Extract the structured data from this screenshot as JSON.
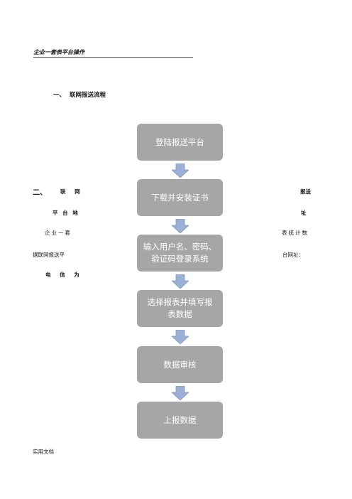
{
  "header": {
    "title": "企业一套表平台操作"
  },
  "section1": {
    "number": "一、",
    "title": "联网报送流程"
  },
  "section2": {
    "number": "二、",
    "line1_left": "联 网",
    "line1_right": "报送",
    "line2_left": "平 台 地",
    "line2_right": "址",
    "line3_left": "企业一套",
    "line3_right": "表统计数",
    "line4_left": "据联网报送平",
    "line4_right": "台网址：",
    "line5_left": "电 信 为"
  },
  "flowchart": {
    "steps": [
      "登陆报送平台",
      "下载并安装证书",
      "输入用户名、密码、\n验证码登录系统",
      "选择报表并填写报\n表数据",
      "数据审核",
      "上报数据"
    ]
  },
  "footer": {
    "text": "实用文档"
  },
  "colors": {
    "box": "#a6a6a6",
    "arrow_fill": "#9ab0d4",
    "arrow_stroke": "#7f97c0"
  }
}
